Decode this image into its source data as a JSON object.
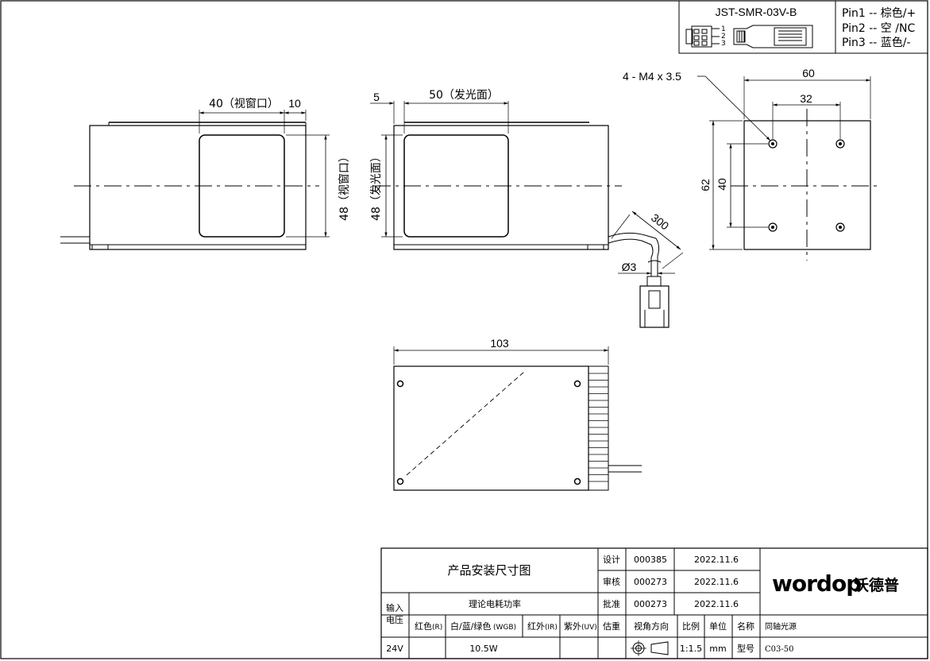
{
  "connector": {
    "model": "JST-SMR-03V-B",
    "pin_numbers": [
      "1",
      "2",
      "3"
    ],
    "pins": [
      "Pin1 -- 棕色/+",
      "Pin2 -- 空 /NC",
      "Pin3 -- 蓝色/-"
    ]
  },
  "front_view": {
    "window_width": "40（视窗口）",
    "offset": "10",
    "window_height": "48（视窗口）"
  },
  "side_view": {
    "offset": "5",
    "emit_width": "50（发光面）",
    "emit_height": "48（发光面）",
    "cable_length": "300",
    "cable_diameter": "Ø3"
  },
  "end_view": {
    "holes": "4 - M4 x 3.5",
    "width": "60",
    "hole_spacing_h": "32",
    "height": "62",
    "hole_spacing_v": "40"
  },
  "bottom_view": {
    "length": "103"
  },
  "title_block": {
    "title": "产品安装尺寸图",
    "rows": [
      {
        "label": "设计",
        "code": "000385",
        "date": "2022.11.6"
      },
      {
        "label": "审核",
        "code": "000273",
        "date": "2022.11.6"
      },
      {
        "label": "批准",
        "code": "000273",
        "date": "2022.11.6"
      }
    ],
    "input_voltage_label_1": "输入",
    "input_voltage_label_2": "电压",
    "power_header": "理论电耗功率",
    "col_red": "红色",
    "col_red_sub": "(R)",
    "col_white": "白/蓝/绿色",
    "col_white_sub": "(WGB)",
    "col_ir": "红外",
    "col_ir_sub": "(IR)",
    "col_uv": "紫外",
    "col_uv_sub": "(UV)",
    "col_weight": "估重",
    "col_view": "视角方向",
    "col_scale": "比例",
    "col_unit": "单位",
    "col_name": "名称",
    "name_value": "同轴光源",
    "voltage_value": "24V",
    "power_value": "10.5W",
    "scale_value": "1:1.5",
    "unit_value": "mm",
    "model_label": "型号",
    "model_value": "C03-50",
    "logo_text": "wordop",
    "logo_cn": "沃德普"
  },
  "colors": {
    "line": "#000000",
    "center_line": "#000000"
  }
}
